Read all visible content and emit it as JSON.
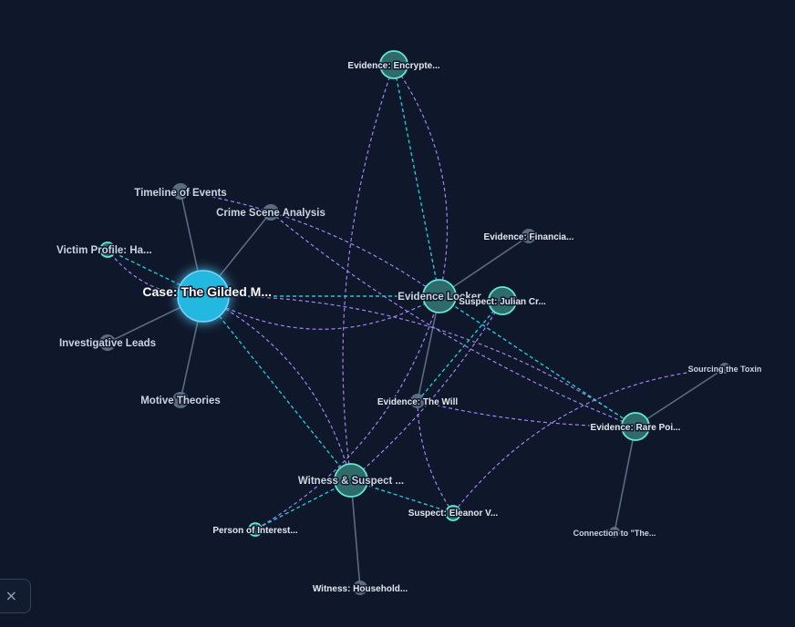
{
  "graph": {
    "nodes": [
      {
        "id": "case",
        "label": "Case: The Gilded M...",
        "kind": "hub",
        "style": "big"
      },
      {
        "id": "timeline",
        "label": "Timeline of Events",
        "kind": "topic",
        "style": "mid"
      },
      {
        "id": "crime_scene",
        "label": "Crime Scene Analysis",
        "kind": "topic",
        "style": "mid"
      },
      {
        "id": "victim",
        "label": "Victim Profile: Ha...",
        "kind": "note",
        "style": "mid"
      },
      {
        "id": "leads",
        "label": "Investigative Leads",
        "kind": "topic",
        "style": "mid"
      },
      {
        "id": "motive",
        "label": "Motive Theories",
        "kind": "topic",
        "style": "mid"
      },
      {
        "id": "encrypted",
        "label": "Evidence: Encrypte...",
        "kind": "note",
        "style": "sm"
      },
      {
        "id": "financial",
        "label": "Evidence: Financia...",
        "kind": "topic",
        "style": "sm"
      },
      {
        "id": "locker",
        "label": "Evidence Locker",
        "kind": "note",
        "style": "mid"
      },
      {
        "id": "julian",
        "label": "Suspect: Julian Cr...",
        "kind": "note",
        "style": "sm"
      },
      {
        "id": "toxin",
        "label": "Sourcing the Toxin",
        "kind": "topic",
        "style": "xs"
      },
      {
        "id": "will",
        "label": "Evidence: The Will",
        "kind": "topic",
        "style": "sm"
      },
      {
        "id": "rare_poison",
        "label": "Evidence: Rare Poi...",
        "kind": "note",
        "style": "sm"
      },
      {
        "id": "witness_suspect",
        "label": "Witness & Suspect ...",
        "kind": "note",
        "style": "mid"
      },
      {
        "id": "eleanor",
        "label": "Suspect: Eleanor V...",
        "kind": "note",
        "style": "sm"
      },
      {
        "id": "person_interest",
        "label": "Person of Interest...",
        "kind": "note",
        "style": "sm"
      },
      {
        "id": "connection",
        "label": "Connection to \"The...",
        "kind": "topic",
        "style": "xs"
      },
      {
        "id": "household",
        "label": "Witness: Household...",
        "kind": "topic",
        "style": "sm"
      }
    ],
    "edges": [
      {
        "from": "case",
        "to": "timeline",
        "type": "tree"
      },
      {
        "from": "case",
        "to": "crime_scene",
        "type": "tree"
      },
      {
        "from": "case",
        "to": "leads",
        "type": "tree"
      },
      {
        "from": "case",
        "to": "motive",
        "type": "tree"
      },
      {
        "from": "locker",
        "to": "financial",
        "type": "tree"
      },
      {
        "from": "locker",
        "to": "will",
        "type": "tree"
      },
      {
        "from": "rare_poison",
        "to": "toxin",
        "type": "tree"
      },
      {
        "from": "rare_poison",
        "to": "connection",
        "type": "tree"
      },
      {
        "from": "witness_suspect",
        "to": "household",
        "type": "tree"
      },
      {
        "from": "case",
        "to": "victim",
        "type": "link"
      },
      {
        "from": "case",
        "to": "locker",
        "type": "link"
      },
      {
        "from": "case",
        "to": "witness_suspect",
        "type": "link"
      },
      {
        "from": "encrypted",
        "to": "locker",
        "type": "link"
      },
      {
        "from": "locker",
        "to": "rare_poison",
        "type": "link"
      },
      {
        "from": "julian",
        "to": "will",
        "type": "link"
      },
      {
        "from": "witness_suspect",
        "to": "eleanor",
        "type": "link"
      },
      {
        "from": "witness_suspect",
        "to": "person_interest",
        "type": "link"
      },
      {
        "from": "case",
        "to": "victim",
        "type": "ref"
      },
      {
        "from": "case",
        "to": "locker",
        "type": "ref"
      },
      {
        "from": "case",
        "to": "rare_poison",
        "type": "ref"
      },
      {
        "from": "case",
        "to": "witness_suspect",
        "type": "ref"
      },
      {
        "from": "timeline",
        "to": "locker",
        "type": "ref"
      },
      {
        "from": "crime_scene",
        "to": "rare_poison",
        "type": "ref"
      },
      {
        "from": "encrypted",
        "to": "locker",
        "type": "ref"
      },
      {
        "from": "encrypted",
        "to": "witness_suspect",
        "type": "ref"
      },
      {
        "from": "julian",
        "to": "witness_suspect",
        "type": "ref"
      },
      {
        "from": "toxin",
        "to": "eleanor",
        "type": "ref"
      },
      {
        "from": "will",
        "to": "rare_poison",
        "type": "ref"
      },
      {
        "from": "will",
        "to": "eleanor",
        "type": "ref"
      },
      {
        "from": "locker",
        "to": "person_interest",
        "type": "ref"
      }
    ]
  },
  "colors": {
    "background": "#0f172a",
    "hub": "#22b8e0",
    "note_fill": "#2f6b6b",
    "note_stroke": "#5eead4",
    "topic": "#64748b",
    "tree_edge": "#64748b",
    "link_edge": "#22c5d6",
    "ref_edge": "#a78bfa"
  },
  "controls": {
    "close_icon": "×"
  }
}
